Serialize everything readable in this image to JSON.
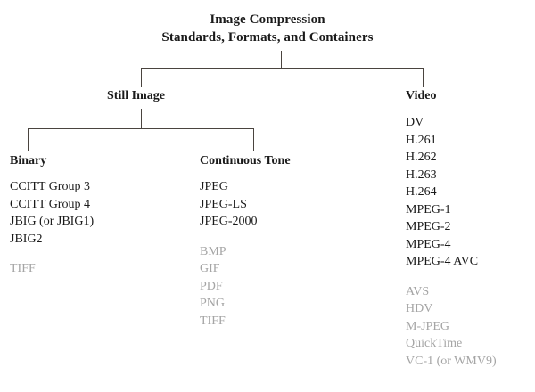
{
  "diagram": {
    "type": "tree-taxonomy",
    "title": {
      "line1": "Image Compression",
      "line2": "Standards, Formats, and Containers"
    },
    "colors": {
      "text_primary": "#1a1a1a",
      "text_secondary": "#a5a5a5",
      "line": "#4a443f",
      "background": "#ffffff"
    },
    "level1": [
      {
        "label": "Still Image"
      },
      {
        "label": "Video"
      }
    ],
    "columns": [
      {
        "key": "binary",
        "heading": "Binary",
        "primary_items": [
          "CCITT Group 3",
          "CCITT Group 4",
          "JBIG (or JBIG1)",
          "JBIG2"
        ],
        "secondary_items": [
          "TIFF"
        ]
      },
      {
        "key": "continuous_tone",
        "heading": "Continuous Tone",
        "primary_items": [
          "JPEG",
          "JPEG-LS",
          "JPEG-2000"
        ],
        "secondary_items": [
          "BMP",
          "GIF",
          "PDF",
          "PNG",
          "TIFF"
        ]
      },
      {
        "key": "video",
        "heading": "Video",
        "primary_items": [
          "DV",
          "H.261",
          "H.262",
          "H.263",
          "H.264",
          "MPEG-1",
          "MPEG-2",
          "MPEG-4",
          "MPEG-4 AVC"
        ],
        "secondary_items": [
          "AVS",
          "HDV",
          "M-JPEG",
          "QuickTime",
          "VC-1 (or WMV9)"
        ]
      }
    ]
  }
}
